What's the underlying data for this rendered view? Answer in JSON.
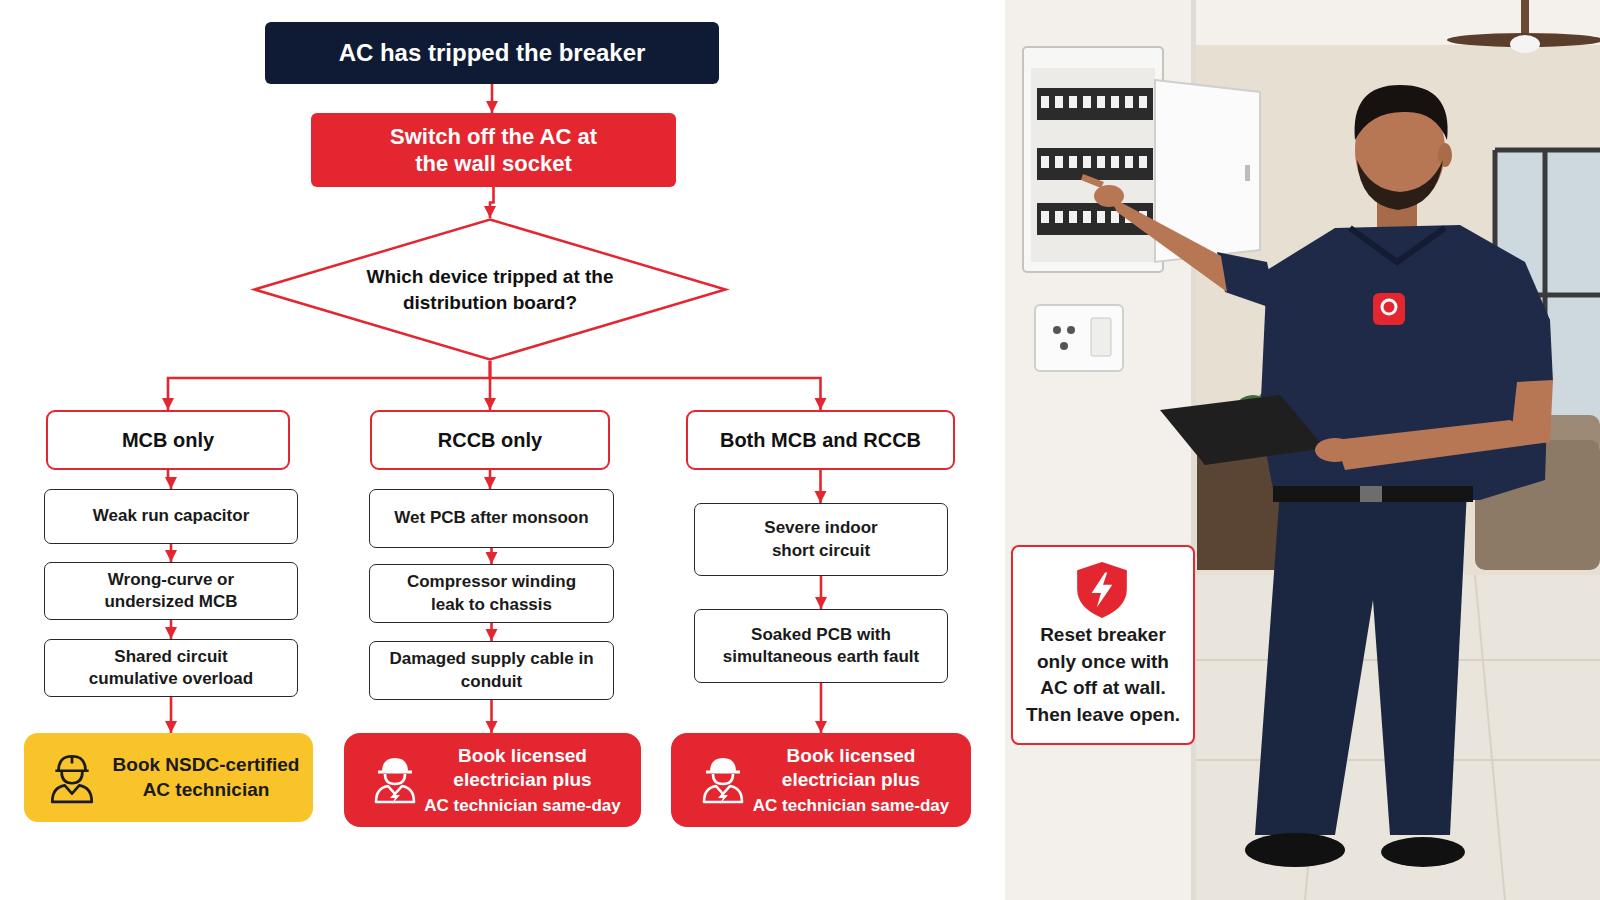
{
  "diagram": {
    "nodes": [
      {
        "text": [
          "AC has tripped the breaker"
        ]
      },
      {
        "text": [
          "Switch off the AC at the wall socket"
        ]
      },
      {
        "text": [
          "Which device tripped at the distribution board?"
        ]
      },
      {
        "text": [
          "MCB only"
        ]
      },
      {
        "text": [
          "RCCB only"
        ]
      },
      {
        "text": [
          "Both MCB and RCCB"
        ]
      },
      {
        "text": [
          "Weak run capacitor"
        ]
      },
      {
        "text": [
          "Wrong-curve or undersized MCB"
        ]
      },
      {
        "text": [
          "Shared circuit cumulative overload"
        ]
      },
      {
        "text": [
          "Book NSDC-certified AC technician"
        ]
      },
      {
        "text": [
          "Wet PCB after monsoon"
        ]
      },
      {
        "text": [
          "Compressor winding leak to chassis"
        ]
      },
      {
        "text": [
          "Damaged supply cable in conduit"
        ]
      },
      {
        "text": [
          "Book licensed electrician plus",
          "AC technician same-day"
        ]
      },
      {
        "text": [
          "Severe indoor short circuit"
        ]
      },
      {
        "text": [
          "Soaked PCB with simultaneous earth fault"
        ]
      },
      {
        "text": [
          "Book licensed electrician plus",
          "AC technician same-day"
        ]
      },
      {
        "text": [
          "Reset breaker only once with AC off at wall. Then leave open."
        ]
      }
    ],
    "edges": [
      {
        "from": 0,
        "to": 1,
        "arrow": "to"
      },
      {
        "from": 1,
        "to": 2,
        "arrow": "to"
      },
      {
        "from": 2,
        "to": 3,
        "arrow": "to"
      },
      {
        "from": 2,
        "to": 4,
        "arrow": "to"
      },
      {
        "from": 2,
        "to": 5,
        "arrow": "to"
      },
      {
        "from": 3,
        "to": 6,
        "arrow": "to"
      },
      {
        "from": 6,
        "to": 7,
        "arrow": "to"
      },
      {
        "from": 7,
        "to": 8,
        "arrow": "to"
      },
      {
        "from": 8,
        "to": 9,
        "arrow": "to"
      },
      {
        "from": 4,
        "to": 10,
        "arrow": "to"
      },
      {
        "from": 10,
        "to": 11,
        "arrow": "to"
      },
      {
        "from": 11,
        "to": 12,
        "arrow": "to"
      },
      {
        "from": 12,
        "to": 13,
        "arrow": "to"
      },
      {
        "from": 5,
        "to": 14,
        "arrow": "to"
      },
      {
        "from": 14,
        "to": 15,
        "arrow": "to"
      },
      {
        "from": 15,
        "to": 16,
        "arrow": "to"
      }
    ]
  }
}
